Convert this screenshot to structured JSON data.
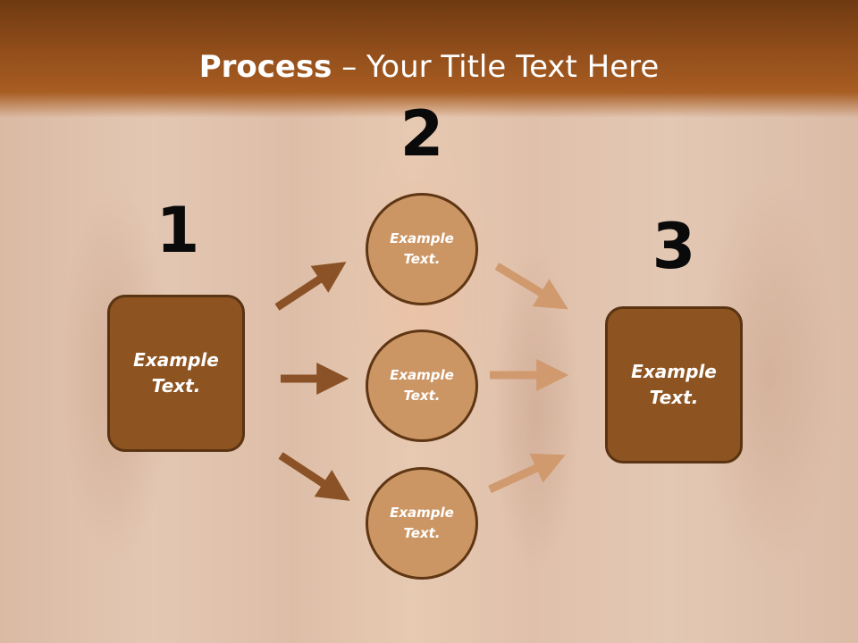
{
  "title": {
    "bold": "Process",
    "rest": " – Your Title Text Here"
  },
  "steps": [
    {
      "number": "1",
      "text": "Example Text."
    },
    {
      "number": "2",
      "items": [
        {
          "text": "Example Text."
        },
        {
          "text": "Example Text."
        },
        {
          "text": "Example Text."
        }
      ]
    },
    {
      "number": "3",
      "text": "Example Text."
    }
  ],
  "colors": {
    "header": "#8f4c1a",
    "box_fill": "#8d5422",
    "circle_fill": "#cc9664",
    "arrow_dark": "#8a5226",
    "arrow_light": "#d09a6e"
  }
}
